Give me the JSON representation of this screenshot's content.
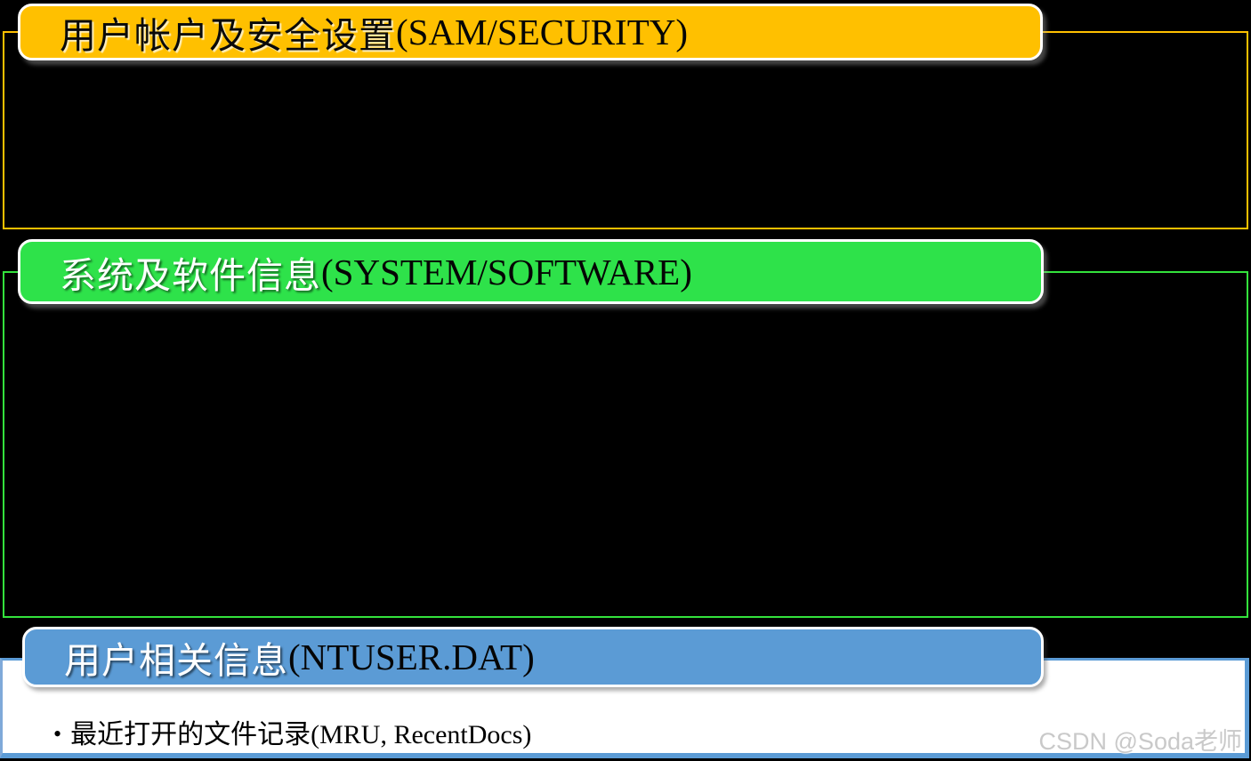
{
  "slide": {
    "background_color": "#000000",
    "sections": [
      {
        "id": "sam-security",
        "title_zh": "用户帐户及安全设置",
        "title_en": "(SAM/SECURITY)",
        "bar_fill_color": "#FFC000",
        "bar_border_color": "#FFFFFF",
        "title_zh_color": "#000000",
        "title_en_color": "#000000",
        "box_border_color": "#FFC000"
      },
      {
        "id": "system-software",
        "title_zh": "系统及软件信息",
        "title_en": "(SYSTEM/SOFTWARE)",
        "bar_fill_color": "#2EE24A",
        "bar_border_color": "#FFFFFF",
        "title_zh_color": "#FFFFFF",
        "title_en_color": "#000000",
        "box_border_color": "#33E23C"
      },
      {
        "id": "ntuser-dat",
        "title_zh": "用户相关信息",
        "title_en": "(NTUSER.DAT)",
        "bar_fill_color": "#5B9BD5",
        "bar_border_color": "#FFFFFF",
        "title_zh_color": "#FFFFFF",
        "title_en_color": "#000000",
        "box_border_color": "#5B9BD5",
        "box_fill_color": "#FFFFFF",
        "bullets": [
          {
            "marker": "•",
            "text": "最近打开的文件记录(MRU, RecentDocs)"
          }
        ]
      }
    ],
    "watermark": {
      "text": "CSDN @Soda老师",
      "color": "#C9C9C9"
    }
  }
}
